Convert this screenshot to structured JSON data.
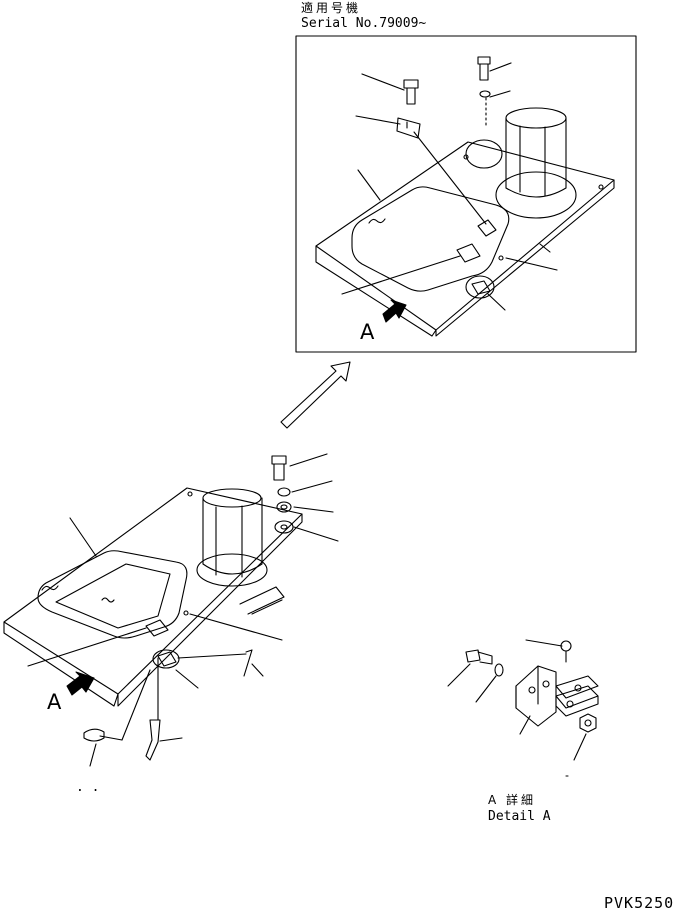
{
  "serial_note": {
    "jp": "適用号機",
    "en": "Serial No.79009~"
  },
  "view_marker": "A",
  "detail_label": {
    "jp": "A 詳細",
    "en": "Detail A"
  },
  "drawing_code": "PVK5250",
  "dots": ". ."
}
